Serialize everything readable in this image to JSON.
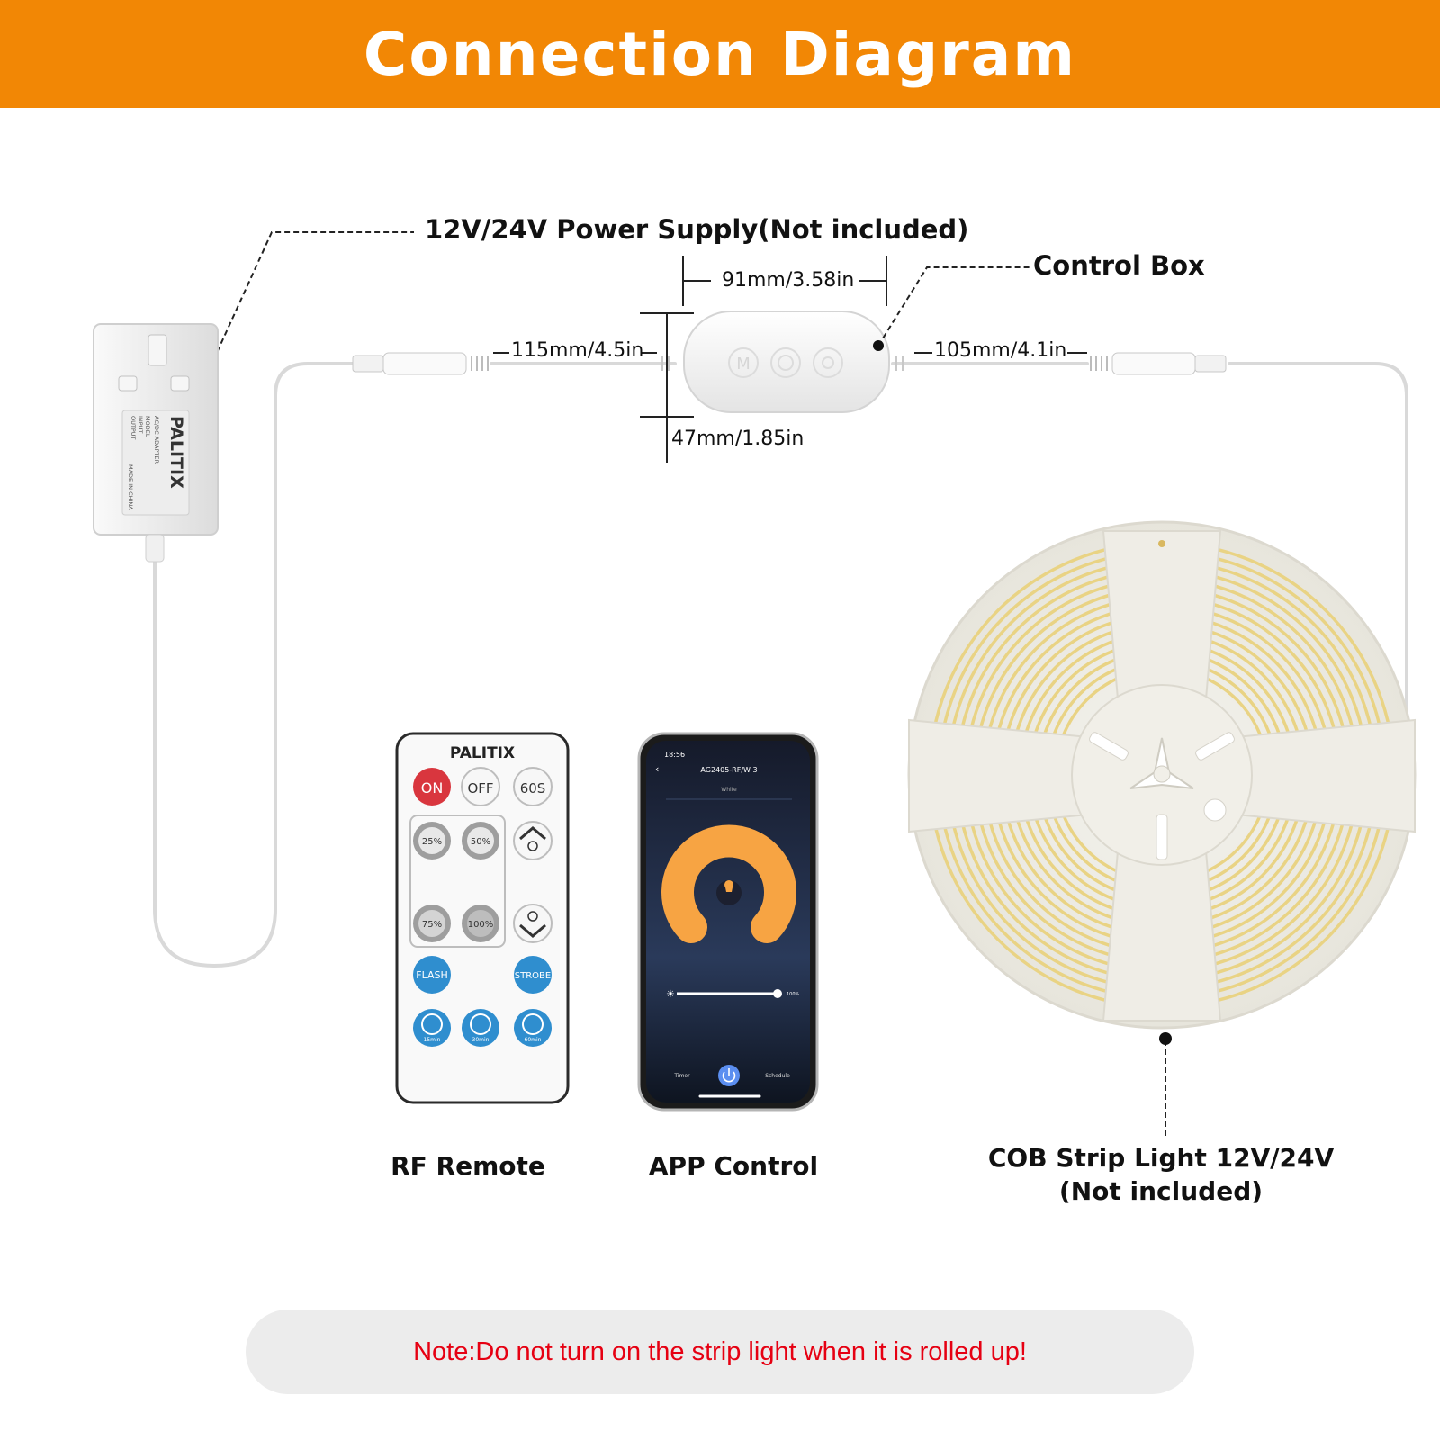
{
  "header": {
    "title": "Connection Diagram"
  },
  "labels": {
    "power_supply": "12V/24V Power Supply(Not included)",
    "control_box": "Control Box",
    "dim_width": "91mm/3.58in",
    "dim_height": "47mm/1.85in",
    "dim_left_cable": "115mm/4.5in",
    "dim_right_cable": "105mm/4.1in",
    "strip_light_line1": "COB Strip Light 12V/24V",
    "strip_light_line2": "(Not included)",
    "rf_remote": "RF Remote",
    "app_control": "APP Control"
  },
  "adapter": {
    "brand": "PALITIX",
    "lines": [
      "AC/DC ADAPTER",
      "MODEL",
      "INPUT",
      "OUTPUT",
      "MADE IN CHINA"
    ]
  },
  "remote": {
    "brand": "PALITIX",
    "row1": [
      "ON",
      "OFF",
      "60S"
    ],
    "row2": [
      "25%",
      "50%"
    ],
    "row3": [
      "75%",
      "100%"
    ],
    "row4": [
      "FLASH",
      "STROBE"
    ],
    "timers": [
      "15min",
      "30min",
      "60min"
    ]
  },
  "phone": {
    "time": "18:56",
    "device": "AG2405-RF/W 3",
    "mode": "White",
    "brightness": "100%",
    "brightness_level": 1.0,
    "tab_timer": "Timer",
    "tab_schedule": "Schedule"
  },
  "note": {
    "text": "Note:Do not turn on the strip light when it is rolled up!"
  },
  "colors": {
    "banner": "#f28705",
    "note_text": "#e60012",
    "ring": "#f7a443",
    "remote_on": "#d9363e",
    "remote_blue": "#2f8ecf",
    "strip_yellow": "#e9d384"
  }
}
